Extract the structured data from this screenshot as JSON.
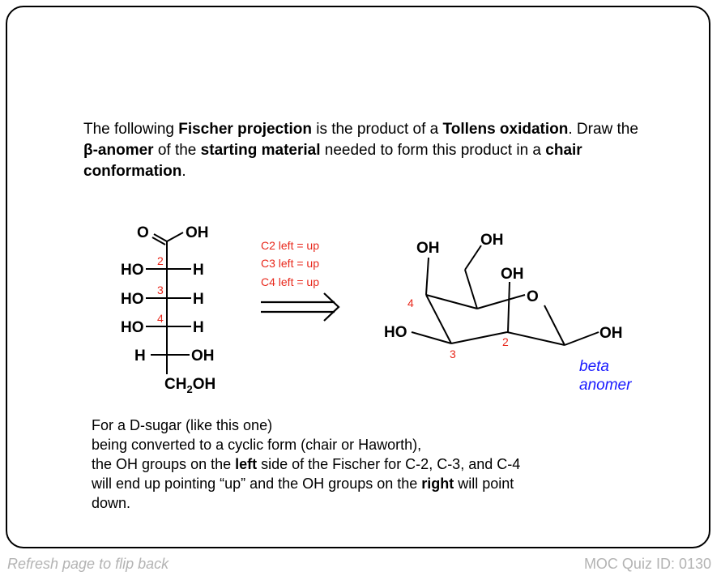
{
  "question": {
    "parts": [
      {
        "text": "The following ",
        "bold": false
      },
      {
        "text": "Fischer projection",
        "bold": true
      },
      {
        "text": " is the product of a ",
        "bold": false
      },
      {
        "text": "Tollens oxidation",
        "bold": true
      },
      {
        "text": ".  Draw the ",
        "bold": false
      },
      {
        "text": "β-anomer",
        "bold": true
      },
      {
        "text": " of the ",
        "bold": false
      },
      {
        "text": "starting material",
        "bold": true
      },
      {
        "text": " needed to form this product in a ",
        "bold": false
      },
      {
        "text": "chair conformation",
        "bold": true
      },
      {
        "text": ".",
        "bold": false
      }
    ]
  },
  "fischer": {
    "top_o": "O",
    "top_oh": "OH",
    "rows": [
      {
        "left": "HO",
        "right": "H",
        "num": "2"
      },
      {
        "left": "HO",
        "right": "H",
        "num": "3"
      },
      {
        "left": "HO",
        "right": "H",
        "num": "4"
      },
      {
        "left": "H",
        "right": "OH",
        "num": ""
      }
    ],
    "bottom_main": "CH",
    "bottom_sub": "2",
    "bottom_end": "OH"
  },
  "arrow": {
    "notes": [
      "C2 left = up",
      "C3 left = up",
      "C4 left = up"
    ],
    "note_color": "#e8281c"
  },
  "chair": {
    "labels": {
      "oh_top_left": "OH",
      "oh_ch2": "OH",
      "oh_c2": "OH",
      "ring_o": "O",
      "ho_c3": "HO",
      "oh_anomeric": "OH"
    },
    "numbers": {
      "c4": "4",
      "c3": "3",
      "c2": "2"
    },
    "anomer_line1": "beta",
    "anomer_line2": "anomer",
    "anomer_color": "#1a1aff"
  },
  "explanation": {
    "line1": "For a D-sugar (like this  one)",
    "line2": "being converted to a cyclic form (chair or Haworth),",
    "line3_a": "the OH groups on the ",
    "line3_b": "left",
    "line3_c": " side of the Fischer for C-2, C-3, and C-4",
    "line4_a": "will end up pointing “up” and the OH groups on the ",
    "line4_b": "right",
    "line4_c": " will point",
    "line5": "down."
  },
  "footer": {
    "left": "Refresh page to flip back",
    "right": "MOC Quiz ID: 0130"
  }
}
